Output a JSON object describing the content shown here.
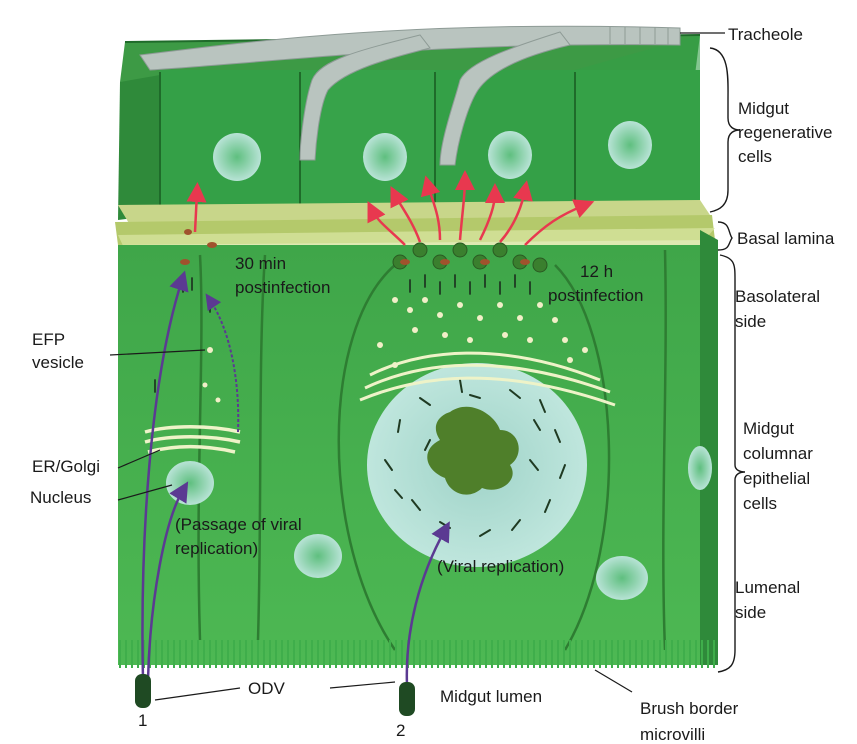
{
  "labels": {
    "tracheole": "Tracheole",
    "regen_1": "Midgut",
    "regen_2": "regenerative",
    "regen_3": "cells",
    "basal_lamina": "Basal lamina",
    "basolateral_1": "Basolateral",
    "basolateral_2": "side",
    "columnar_1": "Midgut",
    "columnar_2": "columnar",
    "columnar_3": "epithelial",
    "columnar_4": "cells",
    "lumenal_1": "Lumenal",
    "lumenal_2": "side",
    "brush_1": "Brush border",
    "brush_2": "microvilli",
    "midgut_lumen": "Midgut lumen",
    "odv": "ODV",
    "num_1": "1",
    "num_2": "2",
    "efp_1": "EFP",
    "efp_2": "vesicle",
    "er_golgi": "ER/Golgi",
    "nucleus": "Nucleus",
    "passage_1": "(Passage of viral",
    "passage_2": "replication)",
    "viral_replication": "(Viral replication)",
    "time_30_1": "30 min",
    "time_30_2": "postinfection",
    "time_12_1": "12 h",
    "time_12_2": "postinfection"
  },
  "colors": {
    "cell_green": "#4caf50",
    "cell_dark": "#2e7d32",
    "cell_light": "#66bb6a",
    "lamina": "#c8d68a",
    "tracheole": "#b9c4bf",
    "arrow_red": "#e8384f",
    "arrow_purple": "#6a3d9a",
    "nucleus": "#a9d8cf",
    "nucleolus": "#4f7f2a"
  }
}
